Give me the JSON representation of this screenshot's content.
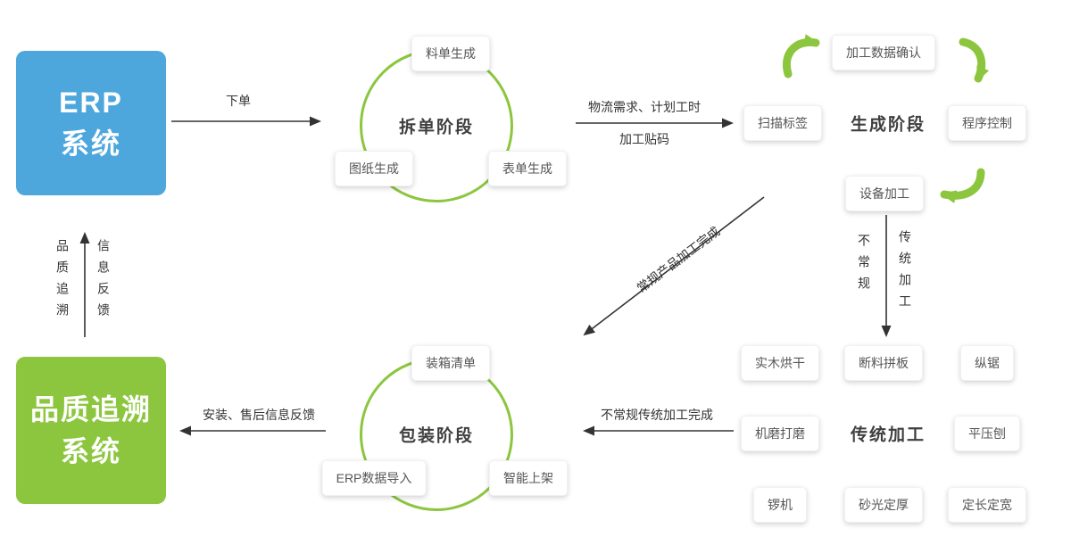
{
  "colors": {
    "accent_blue": "#4da7dd",
    "accent_green": "#8cc63e",
    "line_dark": "#333333",
    "box_text": "#555555",
    "title_text": "#3f3f3f"
  },
  "erp_node": {
    "line1": "ERP",
    "line2": "系统"
  },
  "quality_node": {
    "line1": "品质追溯",
    "line2": "系统"
  },
  "feedback_channel": {
    "left_vertical": "品质追溯",
    "right_vertical": "信息反馈"
  },
  "order_arrow": {
    "label": "下单"
  },
  "split_stage": {
    "title": "拆单阶段",
    "top_box": "料单生成",
    "bottom_left_box": "图纸生成",
    "bottom_right_box": "表单生成"
  },
  "logistics_arrow": {
    "top_label": "物流需求、计划工时",
    "bottom_label": "加工贴码"
  },
  "generation_stage": {
    "title": "生成阶段",
    "scan_box": "扫描标签",
    "confirm_box": "加工数据确认",
    "control_box": "程序控制",
    "device_box": "设备加工"
  },
  "device_down_arrow": {
    "left_vertical": "不常规",
    "right_vertical": "传统加工"
  },
  "regular_done_arrow": {
    "label": "常规产品加工完成"
  },
  "traditional_stage": {
    "title": "传统加工",
    "boxes": [
      "实木烘干",
      "断料拼板",
      "纵锯",
      "机磨打磨",
      "平压刨",
      "锣机",
      "砂光定厚",
      "定长定宽"
    ]
  },
  "unconventional_done_arrow": {
    "label": "不常规传统加工完成"
  },
  "packaging_stage": {
    "title": "包装阶段",
    "top_box": "装箱清单",
    "bottom_left_box": "ERP数据导入",
    "bottom_right_box": "智能上架"
  },
  "install_feedback_arrow": {
    "label": "安装、售后信息反馈"
  }
}
